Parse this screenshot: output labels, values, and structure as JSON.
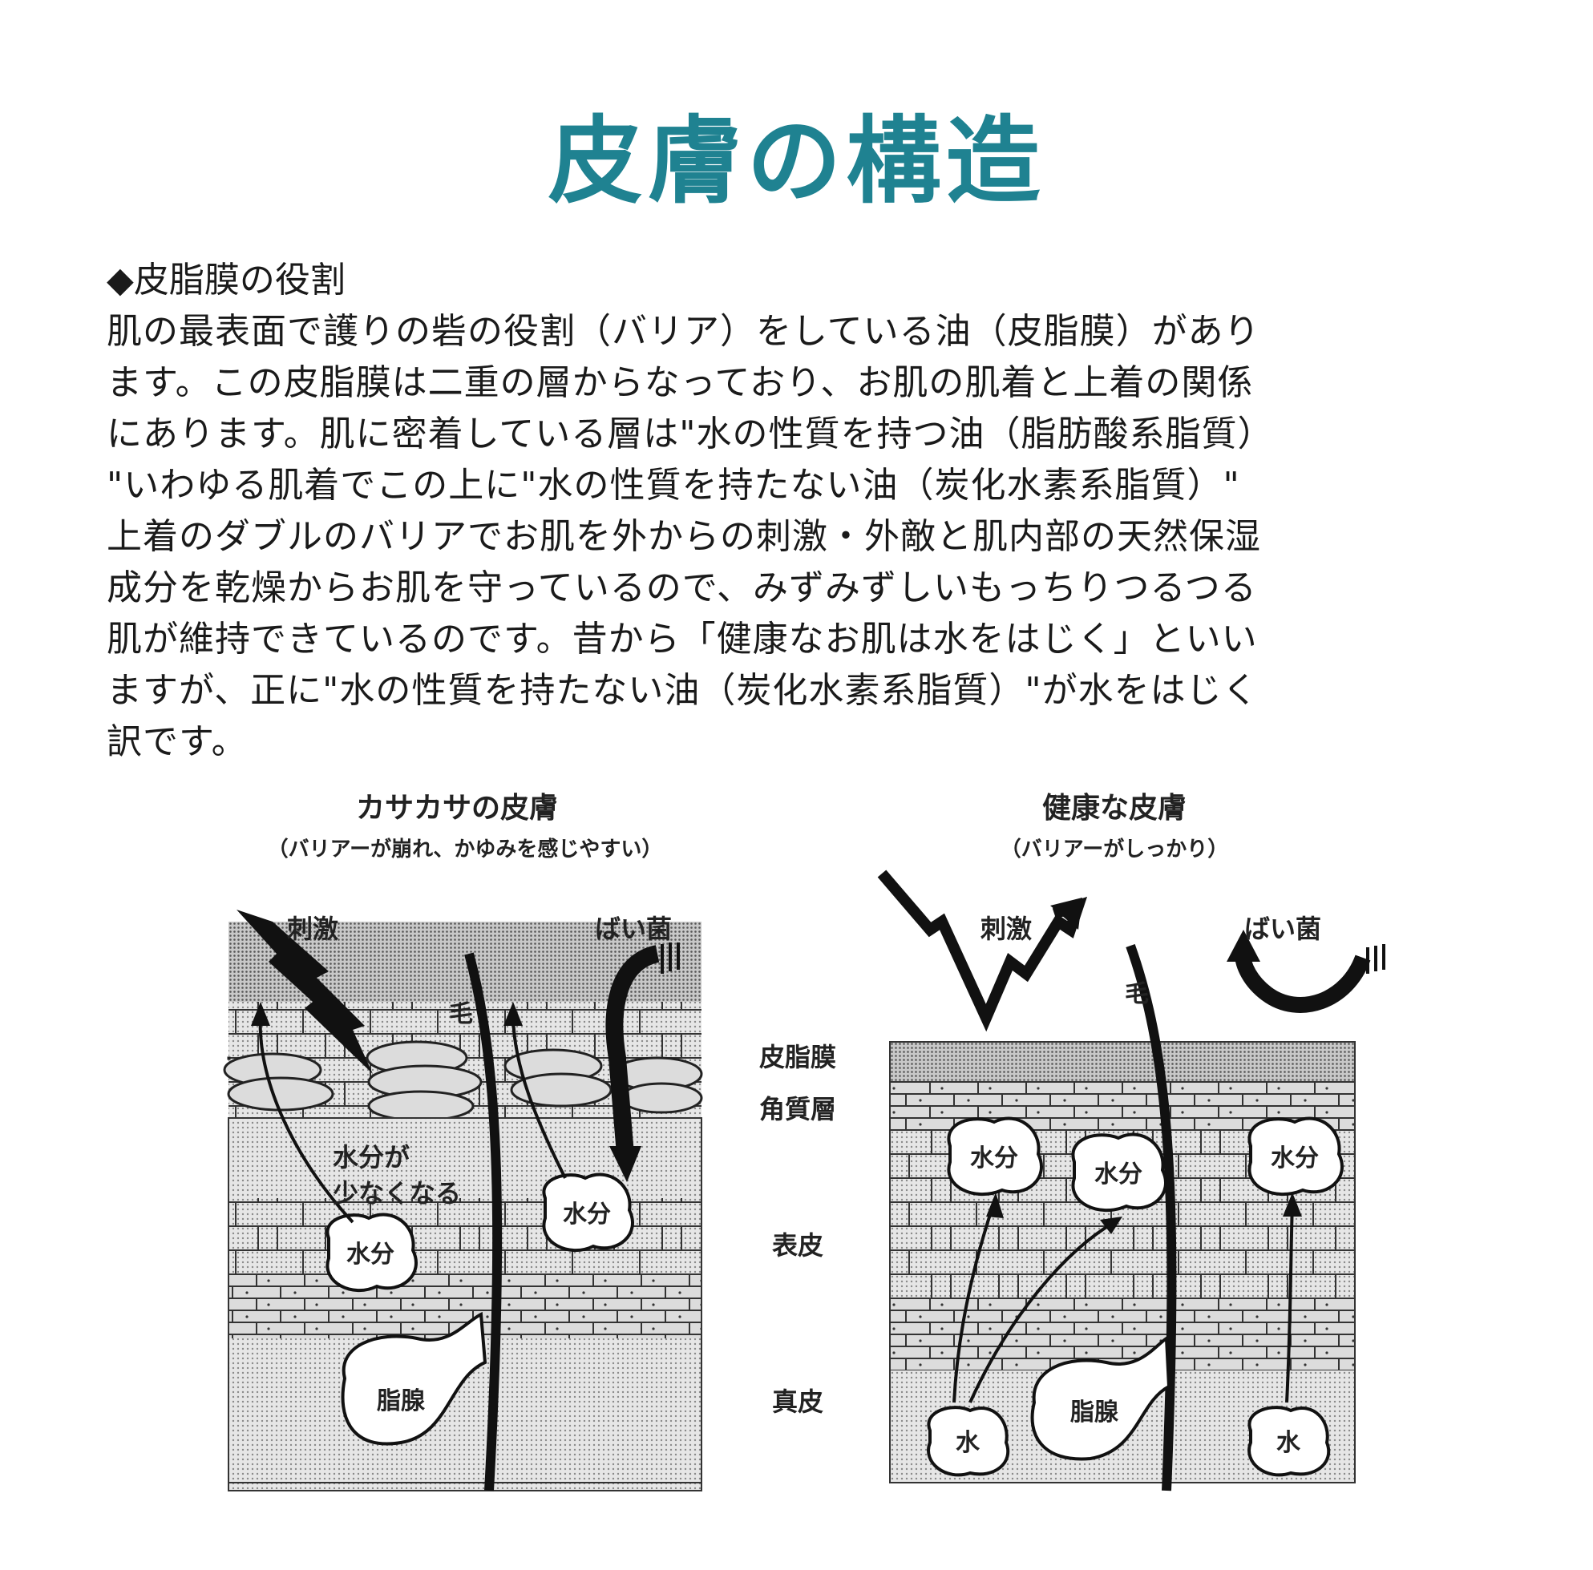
{
  "title": "皮膚の構造",
  "section_heading": "◆皮脂膜の役割",
  "paragraph_lines": [
    "肌の最表面で護りの砦の役割（バリア）をしている油（皮脂膜）があり",
    "ます。この皮脂膜は二重の層からなっており、お肌の肌着と上着の関係",
    "にあります。肌に密着している層は\"水の性質を持つ油（脂肪酸系脂質）",
    "\"いわゆる肌着でこの上に\"水の性質を持たない油（炭化水素系脂質）\"",
    "上着のダブルのバリアでお肌を外からの刺激・外敵と肌内部の天然保湿",
    "成分を乾燥からお肌を守っているので、みずみずしいもっちりつるつる",
    "肌が維持できているのです。昔から「健康なお肌は水をはじく」といい",
    "ますが、正に\"水の性質を持たない油（炭化水素系脂質）\"が水をはじく",
    "訳です。"
  ],
  "diagram": {
    "dry": {
      "title": "カサカサの皮膚",
      "subtitle": "（バリアーが崩れ、かゆみを感じやすい）",
      "stimulus": "刺激",
      "bacteria": "ばい菌",
      "hair": "毛",
      "moisture_decreases_1": "水分が",
      "moisture_decreases_2": "少なくなる",
      "moisture": "水分",
      "moisture_2": "水分",
      "sebaceous_gland": "脂腺"
    },
    "healthy": {
      "title": "健康な皮膚",
      "subtitle": "（バリアーがしっかり）",
      "stimulus": "刺激",
      "bacteria": "ばい菌",
      "hair": "毛",
      "moisture_1": "水分",
      "moisture_2": "水分",
      "moisture_3": "水分",
      "sebaceous_gland": "脂腺",
      "water_1": "水",
      "water_2": "水"
    },
    "layer_labels": {
      "sebum_membrane": "皮脂膜",
      "stratum_corneum": "角質層",
      "epidermis": "表皮",
      "dermis": "真皮"
    }
  }
}
